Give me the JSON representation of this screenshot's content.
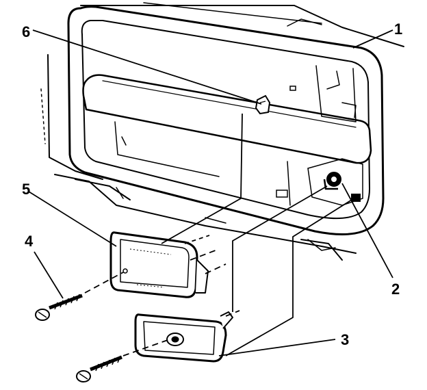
{
  "diagram": {
    "callouts": [
      {
        "id": "1",
        "text": "1"
      },
      {
        "id": "2",
        "text": "2"
      },
      {
        "id": "3",
        "text": "3"
      },
      {
        "id": "4",
        "text": "4"
      },
      {
        "id": "5",
        "text": "5"
      },
      {
        "id": "6",
        "text": "6"
      }
    ],
    "colors": {
      "line": "#000000",
      "fill": "#ffffff",
      "shade": "#e6e6e6"
    }
  }
}
